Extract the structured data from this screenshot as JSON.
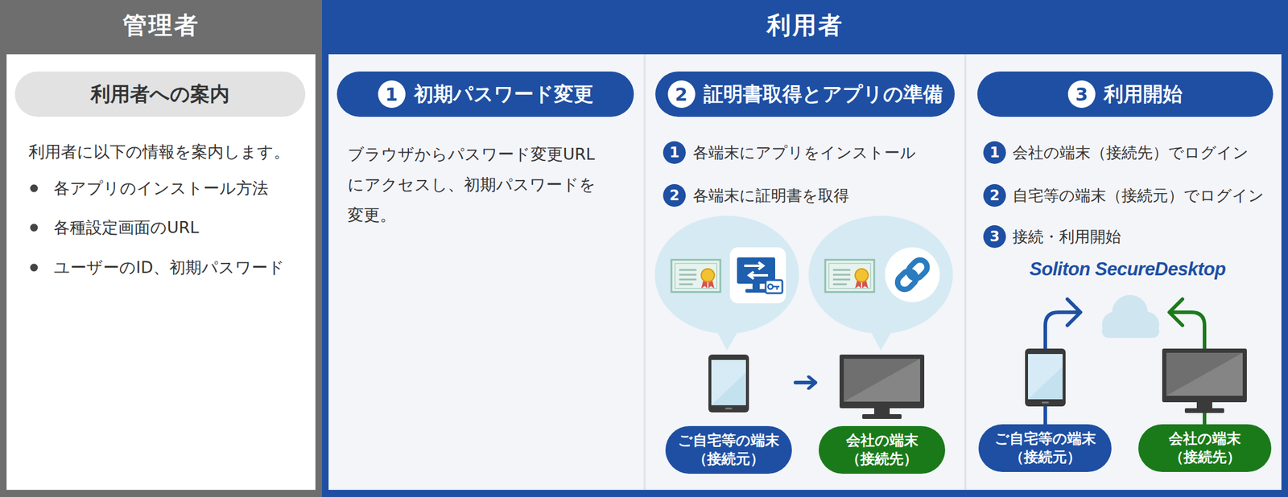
{
  "diagram": {
    "nodes": [
      {
        "text": [
          "管理者"
        ]
      },
      {
        "text": [
          "利用者への案内"
        ],
        "in": 0
      },
      {
        "text": [
          "利用者"
        ]
      },
      {
        "text": [
          "1",
          "初期パスワード変更"
        ],
        "in": 2
      },
      {
        "text": [
          "2",
          "証明書取得とアプリの準備"
        ],
        "in": 2
      },
      {
        "text": [
          "3",
          "利用開始"
        ],
        "in": 2
      },
      {
        "text": [
          "ご自宅等の端末 （接続元）"
        ],
        "in": 2
      },
      {
        "text": [
          "会社の端末 （接続先）"
        ],
        "in": 2
      },
      {
        "text": [
          "ご自宅等の端末 （接続元）"
        ],
        "in": 2
      },
      {
        "text": [
          "会社の端末 （接続先）"
        ],
        "in": 2
      }
    ],
    "edges": [
      {
        "from": 6,
        "to": 7,
        "arrow": "to"
      }
    ],
    "labels": [
      "利用者に以下の情報を案内します。",
      "各アプリのインストール方法",
      "各種設定画面のURL",
      "ユーザーのID、初期パスワード",
      "ブラウザからパスワード変更URLにアクセスし、初期パスワードを変更。",
      "1",
      "各端末にアプリをインストール",
      "2",
      "各端末に証明書を取得",
      "1",
      "会社の端末（接続先）でログイン",
      "2",
      "自宅等の端末（接続元）でログイン",
      "3",
      "接続・利用開始",
      "Soliton SecureDesktop"
    ]
  }
}
